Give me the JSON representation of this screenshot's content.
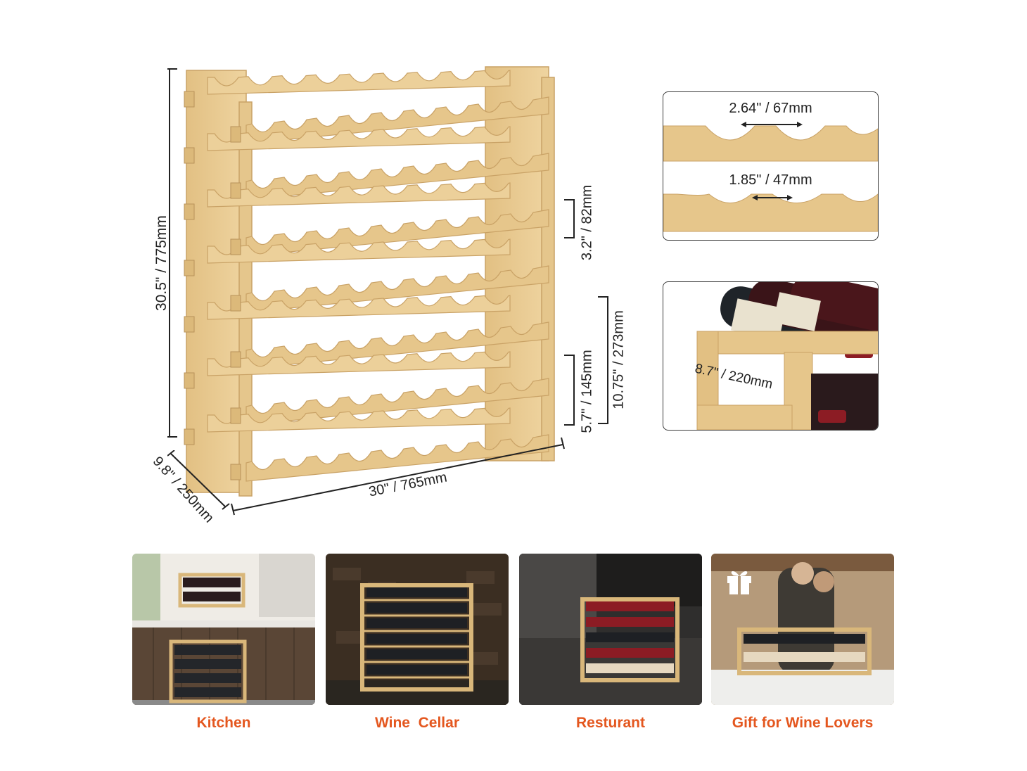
{
  "dimensions": {
    "height": "30.5\" / 775mm",
    "depth": "9.8\" / 250mm",
    "width": "30\" / 765mm",
    "tier_gap": "3.2\" / 82mm",
    "side_height": "10.75\" / 273mm",
    "tier_height": "5.7\" / 145mm"
  },
  "detail_slots": {
    "top_slot": "2.64\" / 67mm",
    "bottom_slot": "1.85\" / 47mm"
  },
  "detail_depth": {
    "depth": "8.7\" / 220mm"
  },
  "scenes": [
    {
      "caption": "Kitchen",
      "icon": ""
    },
    {
      "caption": "Wine  Cellar",
      "icon": ""
    },
    {
      "caption": "Resturant",
      "icon": ""
    },
    {
      "caption": "Gift for Wine Lovers",
      "icon": "gift-icon"
    }
  ],
  "colors": {
    "bamboo": "#e7c98e",
    "bamboo_dark": "#c9a266",
    "caption": "#e4571f",
    "wine": "#8c1c24",
    "bottle": "#1c1f24"
  }
}
